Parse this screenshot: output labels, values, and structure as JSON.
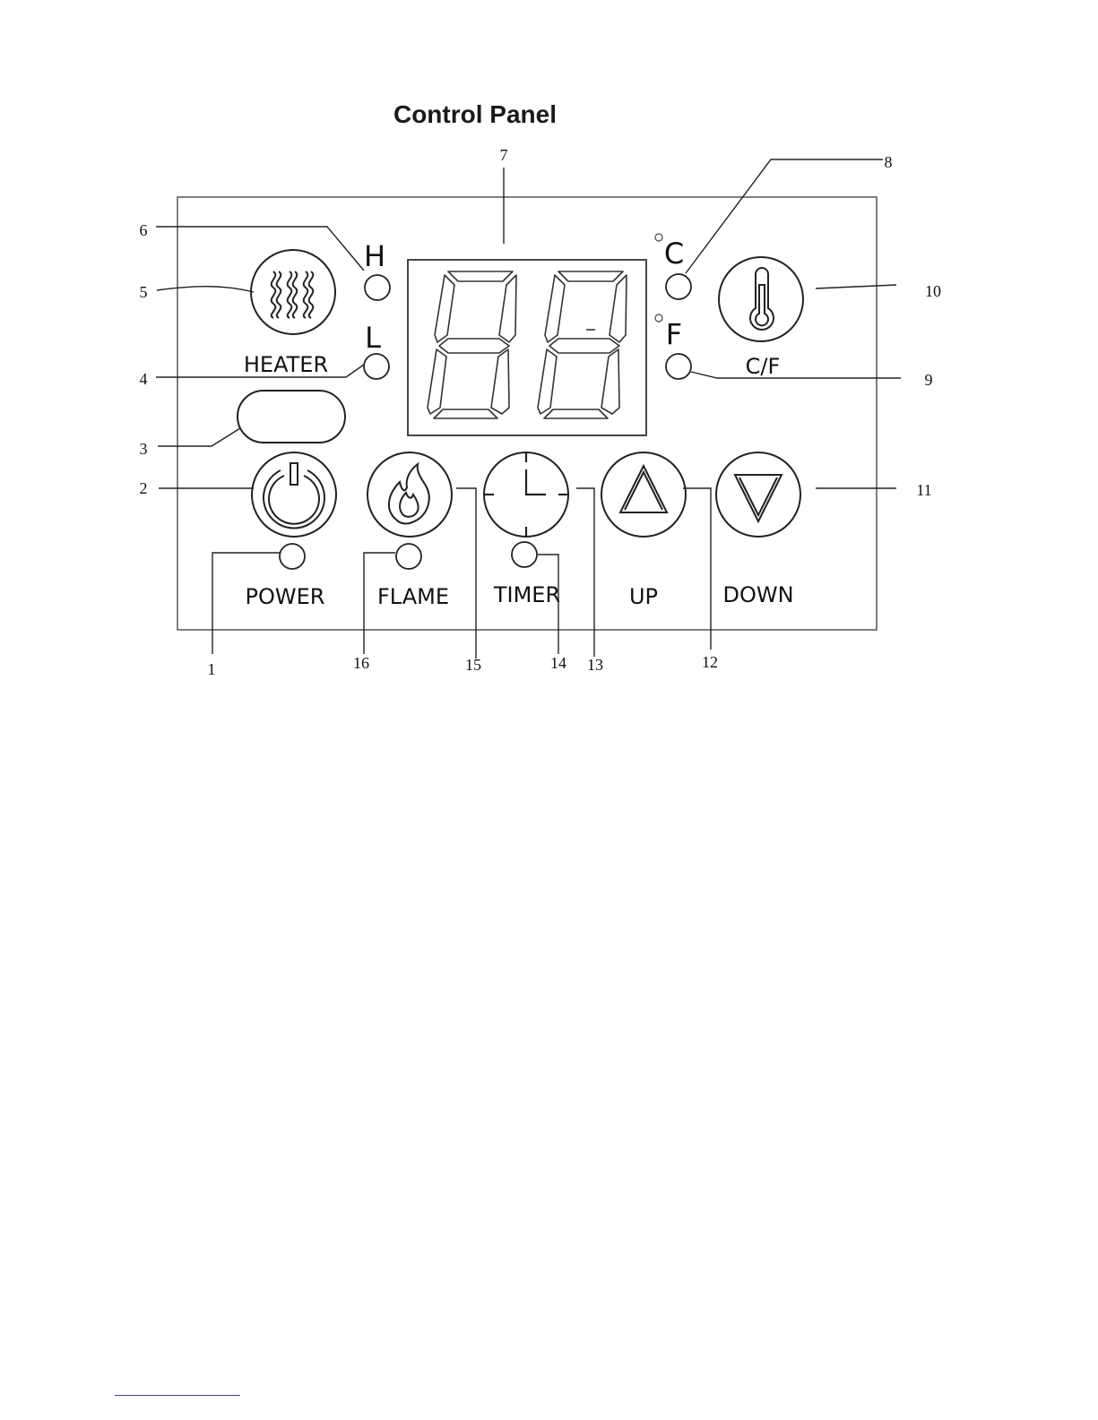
{
  "title": "Control Panel",
  "panel_labels": {
    "heater": "HEATER",
    "high": "H",
    "low": "L",
    "celsius": "C",
    "fahrenheit": "F",
    "cf": "C/F",
    "power": "POWER",
    "flame": "FLAME",
    "timer": "TIMER",
    "up": "UP",
    "down": "DOWN"
  },
  "callouts": {
    "c1": "1",
    "c2": "2",
    "c3": "3",
    "c4": "4",
    "c5": "5",
    "c6": "6",
    "c7": "7",
    "c8": "8",
    "c9": "9",
    "c10": "10",
    "c11": "11",
    "c12": "12",
    "c13": "13",
    "c14": "14",
    "c15": "15",
    "c16": "16"
  },
  "icons": {
    "heater": "heat-waves-icon",
    "temperature": "thermometer-icon",
    "power": "power-icon",
    "flame": "flame-icon",
    "timer": "clock-icon",
    "up": "arrow-up-icon",
    "down": "arrow-down-icon"
  },
  "colors": {
    "line": "#111111",
    "panel": "#555555"
  }
}
